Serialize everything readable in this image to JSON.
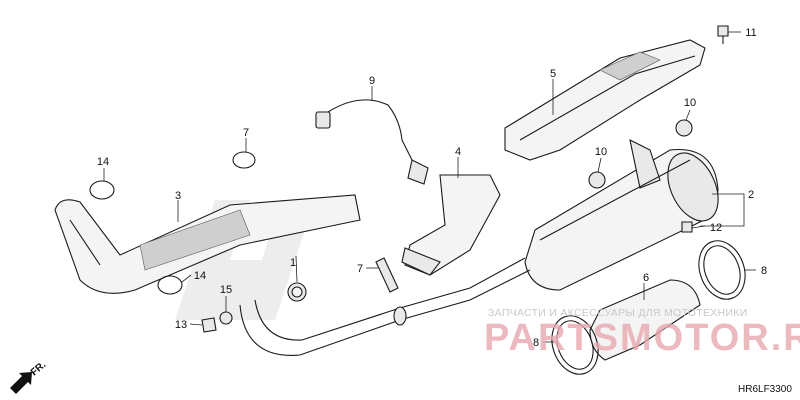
{
  "diagram": {
    "callouts": {
      "c1": "1",
      "c2": "2",
      "c3": "3",
      "c4": "4",
      "c5": "5",
      "c6": "6",
      "c7a": "7",
      "c7b": "7",
      "c8a": "8",
      "c8b": "8",
      "c9": "9",
      "c10a": "10",
      "c10b": "10",
      "c11": "11",
      "c12": "12",
      "c13": "13",
      "c14a": "14",
      "c14b": "14",
      "c15": "15"
    },
    "direction_label": "FR.",
    "diagram_code": "HR6LF3300"
  },
  "watermark": {
    "text": "ЗАПЧАСТИ И АКСЕССУАРЫ ДЛЯ МОТОТЕХНИКИ",
    "brand": "PARTSMOTOR.RU",
    "brand_color": "#d94b5a"
  }
}
